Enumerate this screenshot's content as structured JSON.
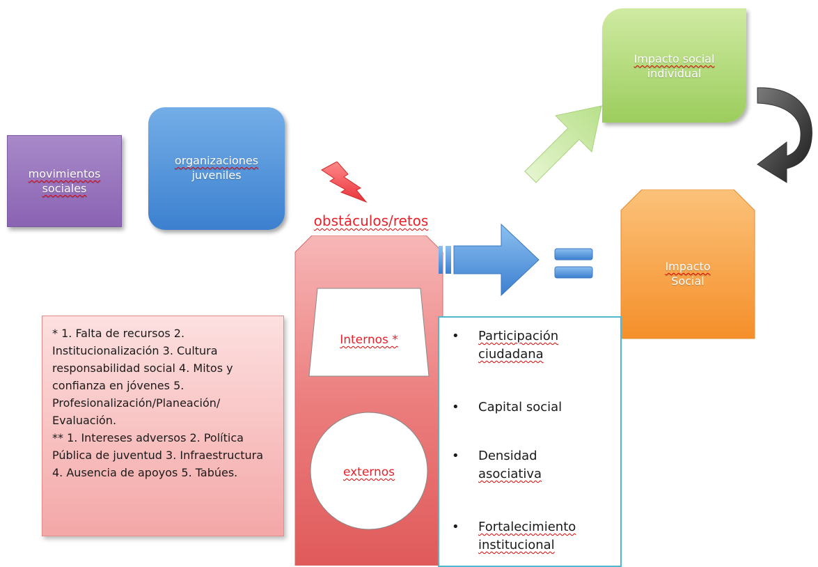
{
  "nodes": {
    "movimientos": [
      "movimientos",
      "sociales"
    ],
    "organizaciones": [
      "organizaciones",
      "juveniles"
    ],
    "impacto_individual": [
      "Impacto social",
      "individual"
    ],
    "impacto_social": [
      "Impacto",
      "Social"
    ],
    "obstaculos_title": "obstáculos/retos",
    "internos": "Internos *",
    "externos": "externos"
  },
  "outcomes": [
    [
      "Participación",
      "ciudadana"
    ],
    [
      "Capital social"
    ],
    [
      "Densidad",
      "asociativa"
    ],
    [
      "Fortalecimiento",
      "institucional"
    ]
  ],
  "bullet_symbol": "•",
  "notes": {
    "internal": "* 1. Falta de recursos 2. Institucionalización 3. Cultura responsabilidad social 4. Mitos y confianza en jóvenes 5. Profesionalización/Planeación/ Evaluación.",
    "external": "** 1. Intereses adversos 2. Política Pública de juventud 3. Infraestructura 4. Ausencia de apoyos 5. Tabúes."
  },
  "colors": {
    "purple": "#8a63b3",
    "blue": "#3c80cf",
    "green": "#9ccd5d",
    "orange": "#f7a043",
    "red": "#e8202a",
    "teal_border": "#4fb8cf",
    "pink": "#f4a7a7"
  }
}
